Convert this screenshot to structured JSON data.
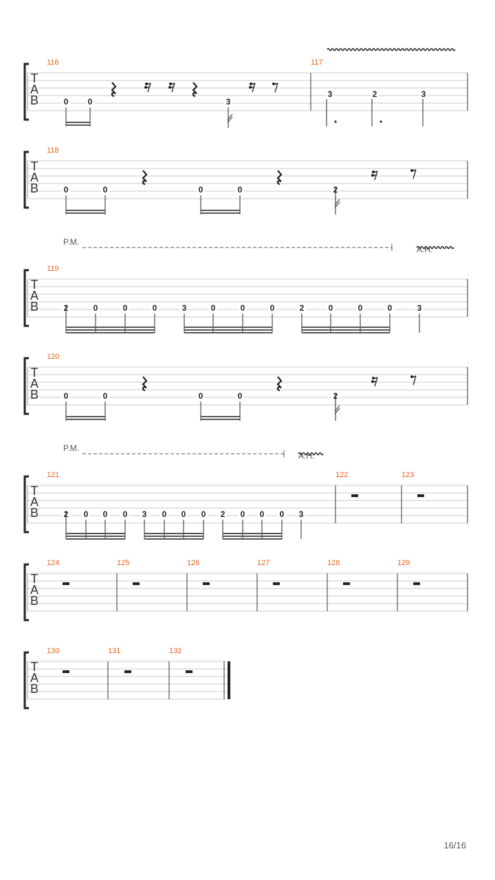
{
  "page": {
    "number": "16/16"
  },
  "colors": {
    "measure_number": "#e8621c",
    "staff_line": "#c8c8c8",
    "note": "#222222"
  },
  "tab_clef": [
    "T",
    "A",
    "B"
  ],
  "annotations": {
    "palm_mute": "P.M.",
    "artificial_harmonic": "A.H."
  },
  "systems": [
    {
      "measures": [
        {
          "number": "116",
          "frets": [
            "0",
            "0",
            "3"
          ]
        },
        {
          "number": "117",
          "frets": [
            "3",
            "2",
            "3"
          ]
        }
      ]
    },
    {
      "measures": [
        {
          "number": "118",
          "frets": [
            "0",
            "0",
            "0",
            "0",
            "2"
          ]
        }
      ]
    },
    {
      "measures": [
        {
          "number": "119",
          "frets": [
            "2",
            "0",
            "0",
            "0",
            "3",
            "0",
            "0",
            "0",
            "2",
            "0",
            "0",
            "0",
            "3"
          ]
        }
      ]
    },
    {
      "measures": [
        {
          "number": "120",
          "frets": [
            "0",
            "0",
            "0",
            "0",
            "2"
          ]
        }
      ]
    },
    {
      "measures": [
        {
          "number": "121",
          "frets": [
            "2",
            "0",
            "0",
            "0",
            "3",
            "0",
            "0",
            "0",
            "2",
            "0",
            "0",
            "0",
            "3"
          ]
        },
        {
          "number": "122",
          "frets": []
        },
        {
          "number": "123",
          "frets": []
        }
      ]
    },
    {
      "measures": [
        {
          "number": "124",
          "frets": []
        },
        {
          "number": "125",
          "frets": []
        },
        {
          "number": "126",
          "frets": []
        },
        {
          "number": "127",
          "frets": []
        },
        {
          "number": "128",
          "frets": []
        },
        {
          "number": "129",
          "frets": []
        }
      ]
    },
    {
      "measures": [
        {
          "number": "130",
          "frets": []
        },
        {
          "number": "131",
          "frets": []
        },
        {
          "number": "132",
          "frets": []
        }
      ]
    }
  ]
}
